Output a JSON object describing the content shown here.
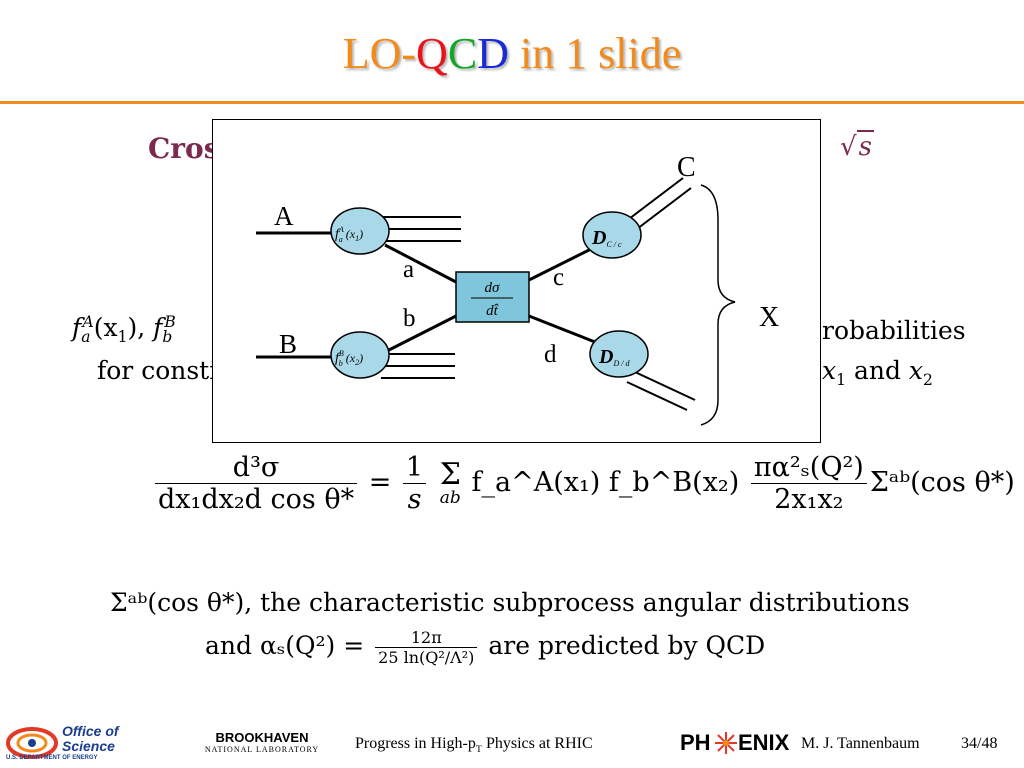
{
  "title": {
    "prefix": "LO-",
    "q": "Q",
    "c": "C",
    "d": "D",
    "suffix": " in 1 slide"
  },
  "heading": {
    "visible": "Cros",
    "sqrt_s": "s"
  },
  "pdf_line": {
    "f_a": "f",
    "sup_A": "A",
    "sub_a": "a",
    "x1": "(x",
    "x1sub": "1",
    "x1close": "), ",
    "f_b": "f",
    "sup_B": "B",
    "sub_b": "b",
    "right_text": "robabilities",
    "line2_left": "for consti",
    "line2_right": "and"
  },
  "equation": {
    "lhs_num": "d³σ",
    "lhs_den": "dx₁dx₂d cos θ*",
    "eq": "=",
    "one": "1",
    "s": "s",
    "sum": "Σ",
    "ab": "ab",
    "pdfs": "f_a^A(x₁) f_b^B(x₂)",
    "pi_num": "πα²ₛ(Q²)",
    "pi_den": "2x₁x₂",
    "sigma_ab": "Σᵃᵇ(cos θ*)"
  },
  "note": {
    "line1": "Σᵃᵇ(cos θ*), the characteristic subprocess angular distributions",
    "line2_prefix": "and αₛ(Q²) =",
    "frac_num": "12π",
    "frac_den": "25 ln(Q²/Λ²)",
    "line2_suffix": "are predicted by QCD"
  },
  "diagram": {
    "labels": {
      "A": "A",
      "B": "B",
      "a": "a",
      "b": "b",
      "c": "c",
      "d": "d",
      "C": "C",
      "X": "X"
    },
    "pdf_a": "f",
    "pdf_a_sup": "A",
    "pdf_a_sub": "a",
    "pdf_a_arg": "(x",
    "pdf_a_argsub": "1",
    "pdf_a_close": ")",
    "pdf_b": "f",
    "pdf_b_sup": "B",
    "pdf_b_sub": "b",
    "pdf_b_arg": "(x",
    "pdf_b_argsub": "2",
    "pdf_b_close": ")",
    "frag_c": "D",
    "frag_c_sub": "C / c",
    "frag_d": "D",
    "frag_d_sub": "D / d",
    "xsec_num": "dσ",
    "xsec_den": "dt̂",
    "colors": {
      "oval_fill": "#a9d8e8",
      "box_fill": "#7fc6dd"
    }
  },
  "footer": {
    "office_line1": "Office of",
    "office_line2": "Science",
    "office_line3": "U.S. DEPARTMENT OF ENERGY",
    "bnl_line1": "BROOKHAVEN",
    "bnl_line2": "NATIONAL LABORATORY",
    "talk_prefix": "Progress in High-p",
    "talk_sub": "T",
    "talk_suffix": " Physics at RHIC",
    "phenix": "PH",
    "phenix_tail": "ENIX",
    "author": "M. J. Tannenbaum",
    "page": "34/48"
  }
}
